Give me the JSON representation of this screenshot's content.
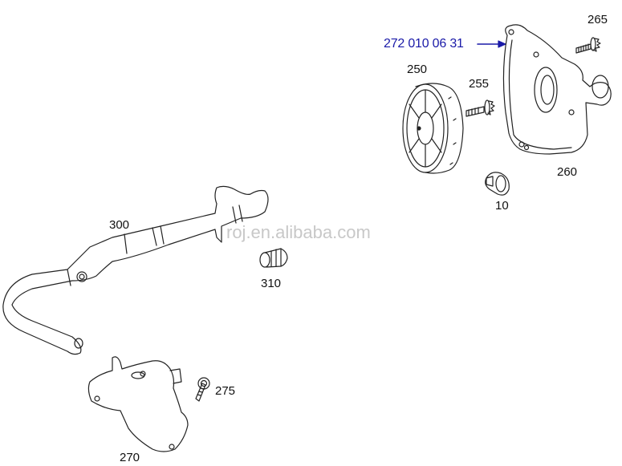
{
  "diagram": {
    "type": "exploded-parts-diagram",
    "highlighted_part_number": "272 010 06 31",
    "highlight_color": "#1a1aa8",
    "watermark": "roj.en.alibaba.com",
    "parts": [
      {
        "callout": "265",
        "name": "bolt"
      },
      {
        "callout": "250",
        "name": "pulley"
      },
      {
        "callout": "255",
        "name": "bolt"
      },
      {
        "callout": "260",
        "name": "water-pump-cover"
      },
      {
        "callout": "10",
        "name": "clip"
      },
      {
        "callout": "300",
        "name": "hose"
      },
      {
        "callout": "310",
        "name": "connector"
      },
      {
        "callout": "275",
        "name": "bolt"
      },
      {
        "callout": "270",
        "name": "housing"
      }
    ]
  }
}
